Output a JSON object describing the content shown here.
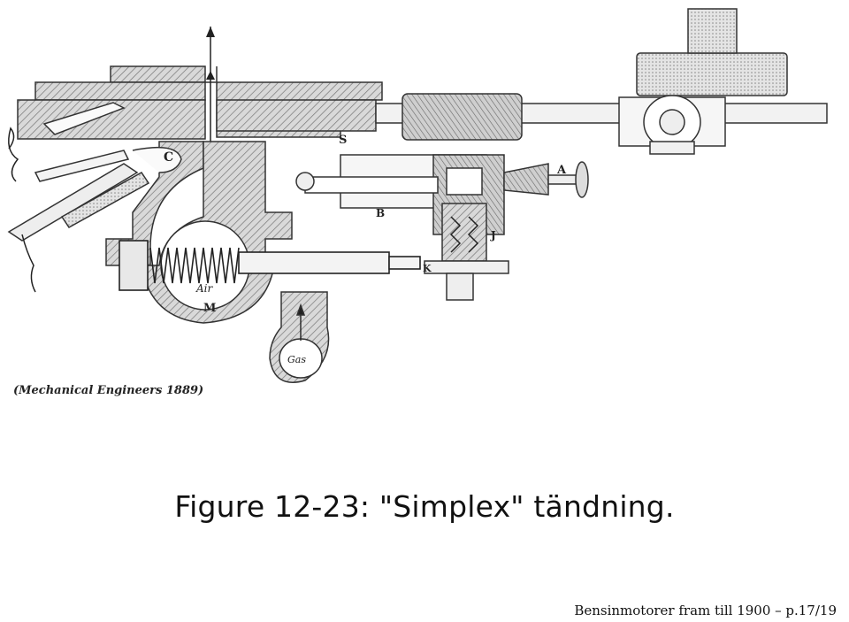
{
  "figure": {
    "caption": "Figure 12-23: \"Simplex\" tändning.",
    "source_note": "(Mechanical Engineers 1889)",
    "labels": {
      "s": "S",
      "c": "C",
      "a": "A",
      "b": "B",
      "j": "J",
      "k": "K",
      "m": "M",
      "air": "Air",
      "gas": "Gas"
    }
  },
  "footer": {
    "text": "Bensinmotorer fram till 1900 – p.17/19"
  }
}
